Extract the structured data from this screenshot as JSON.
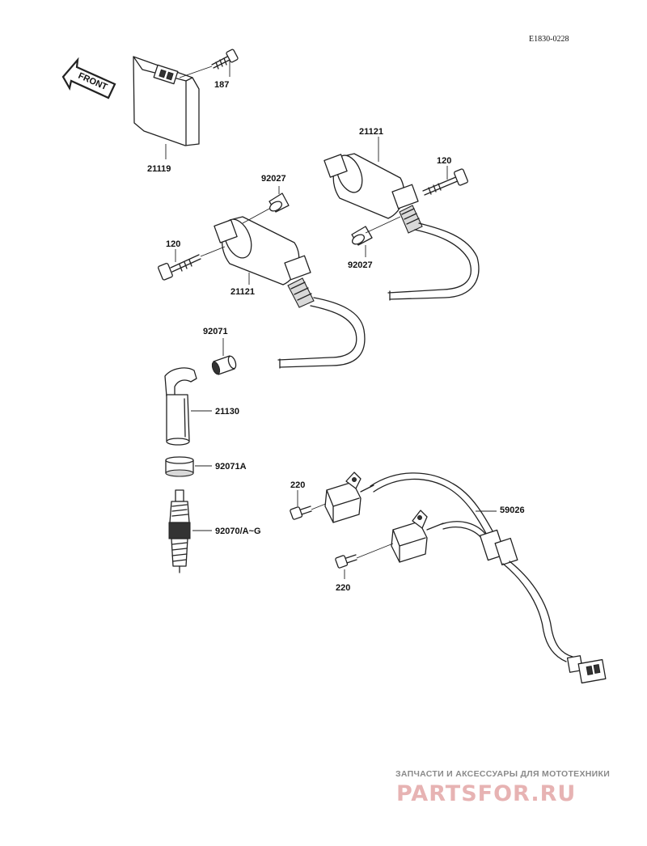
{
  "diagram_code": "E1830-0228",
  "front_label": "FRONT",
  "parts": {
    "bracket_bolt": "187",
    "igniter_box": "21119",
    "coil_rear": "21121",
    "coil_front": "21121",
    "bolt_rear": "120",
    "bolt_front": "120",
    "cap_rear": "92027",
    "cap_front": "92027",
    "grommet": "92071",
    "plug_cap": "21130",
    "seal_ring": "92071A",
    "spark_plug": "92070/A~G",
    "screw_upper": "220",
    "screw_lower": "220",
    "harness": "59026"
  },
  "watermark": {
    "tagline": "ЗАПЧАСТИ И АКСЕССУАРЫ ДЛЯ МОТОТЕХНИКИ",
    "logo": "PARTSFOR.RU"
  }
}
